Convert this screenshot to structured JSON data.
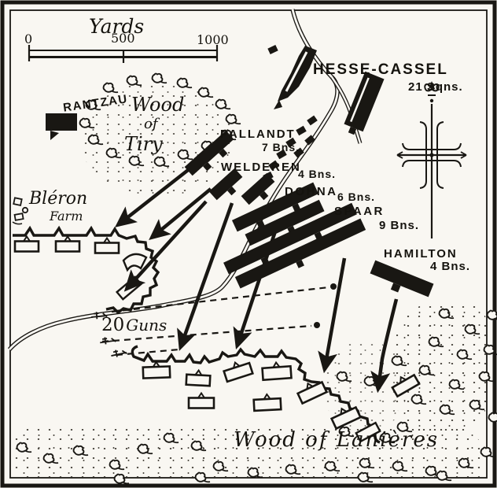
{
  "colors": {
    "ink": "#191713",
    "paper": "#f9f7f2"
  },
  "scale_bar": {
    "title": "Yards",
    "ticks": {
      "zero": "0",
      "five_hundred": "500",
      "thousand": "1000"
    }
  },
  "woods": {
    "tiry": {
      "line1": "Wood",
      "line2": "of",
      "line3": "Tiry"
    },
    "lanieres": "Wood of Lanières"
  },
  "farm": {
    "line1": "Bléron",
    "line2": "Farm"
  },
  "battery": {
    "count": "20",
    "label": "Guns"
  },
  "units": {
    "rantzau": {
      "name": "RANTZAU"
    },
    "hesse_cassel": {
      "name": "HESSE-CASSEL",
      "strength": "21 Sqns."
    },
    "pallandt": {
      "name": "PALLANDT",
      "strength": "7 Bns."
    },
    "welderen": {
      "name": "WELDEREN",
      "strength": "4 Bns."
    },
    "dohna": {
      "name": "DOHNA",
      "strength": "6 Bns."
    },
    "spaar": {
      "name": "SPAAR",
      "strength": "9 Bns."
    },
    "hamilton": {
      "name": "HAMILTON",
      "strength": "4 Bns."
    }
  }
}
